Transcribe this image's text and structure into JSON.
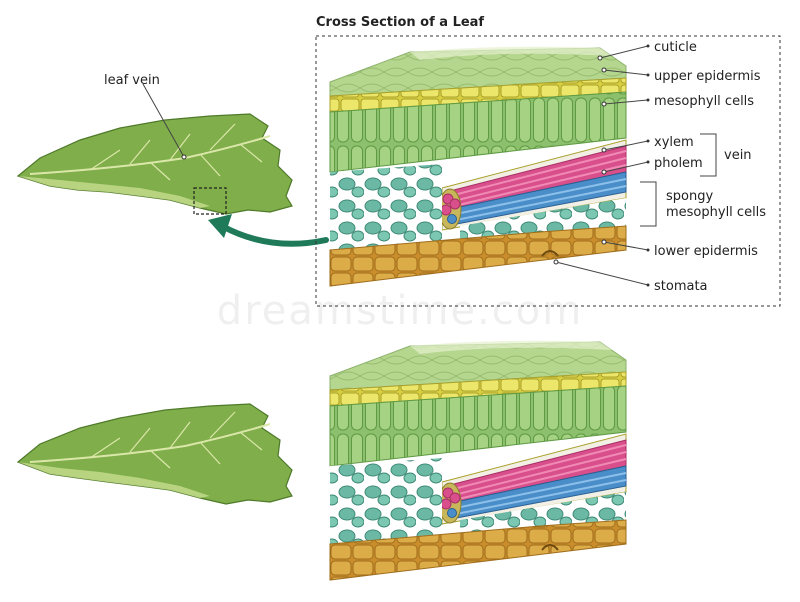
{
  "title": "Cross Section of a Leaf",
  "labels": {
    "leaf_vein": "leaf vein",
    "cuticle": "cuticle",
    "upper_epidermis": "upper epidermis",
    "mesophyll_cells": "mesophyll cells",
    "xylem": "xylem",
    "pholem": "pholem",
    "vein": "vein",
    "spongy_line1": "spongy",
    "spongy_line2": "mesophyll cells",
    "lower_epidermis": "lower epidermis",
    "stomata": "stomata"
  },
  "watermark": "dreamstime.com",
  "colors": {
    "leaf": "#7fae4a",
    "cuticle": "#b9d58a",
    "upper_epidermis": "#e3dc55",
    "mesophyll": "#8cc06c",
    "spongy": "#5fae9a",
    "xylem": "#d84f8c",
    "pholem": "#4a8ec9",
    "lower_epidermis": "#d6a33a",
    "arrow": "#1f7a5a"
  }
}
